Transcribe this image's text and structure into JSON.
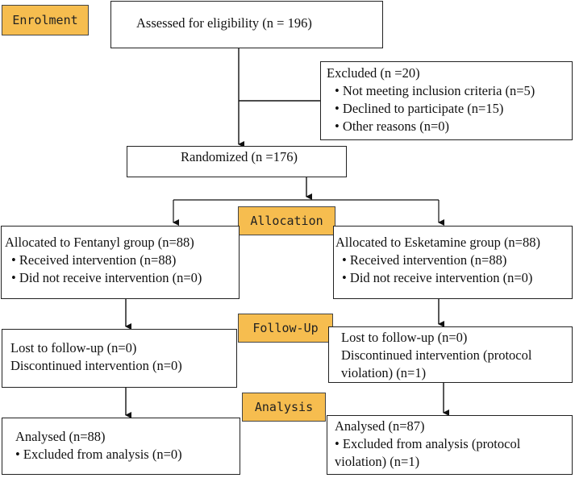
{
  "stages": {
    "enrolment": "Enrolment",
    "allocation": "Allocation",
    "followup": "Follow-Up",
    "analysis": "Analysis"
  },
  "assessed": "Assessed for eligibility  (n = 196)",
  "excluded": {
    "title": "Excluded (n =20)",
    "items": [
      "• Not meeting inclusion criteria (n=5)",
      "• Declined to participate (n=15)",
      "• Other reasons (n=0)"
    ]
  },
  "randomized": "Randomized (n =176)",
  "fentanyl": {
    "alloc_title": "Allocated to Fentanyl group (n=88)",
    "alloc_items": [
      "• Received intervention (n=88)",
      "• Did not receive intervention (n=0)"
    ],
    "followup_lines": [
      "Lost to follow-up (n=0)",
      "Discontinued intervention (n=0)"
    ],
    "analysis_title": "Analysed (n=88)",
    "analysis_items": [
      "• Excluded from analysis (n=0)"
    ]
  },
  "esketamine": {
    "alloc_title": "Allocated to Esketamine group (n=88)",
    "alloc_items": [
      "• Received intervention (n=88)",
      "• Did not receive intervention  (n=0)"
    ],
    "followup_lines": [
      "Lost to follow-up (n=0)",
      "Discontinued intervention (protocol",
      "violation) (n=1)"
    ],
    "analysis_title": "Analysed (n=87)",
    "analysis_items": [
      "• Excluded from analysis (protocol",
      "violation) (n=1)"
    ]
  }
}
